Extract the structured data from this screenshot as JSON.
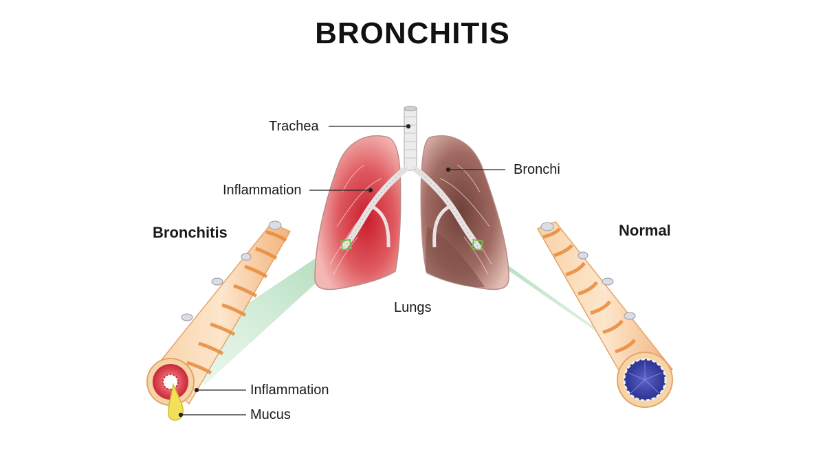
{
  "title": "BRONCHITIS",
  "labels": {
    "trachea": "Trachea",
    "bronchi": "Bronchi",
    "inflammation_lung": "Inflammation",
    "lungs": "Lungs",
    "bronchitis": "Bronchitis",
    "normal": "Normal",
    "inflammation_tube": "Inflammation",
    "mucus": "Mucus"
  },
  "colors": {
    "inflamed_lung": "#d9404a",
    "normal_lung": "#8a5a52",
    "bronchial_tube": "#f6c99a",
    "tube_band": "#e88a3c",
    "normal_lumen": "#3e46a8",
    "inflamed_lumen": "#d83a4a",
    "mucus": "#f1e05a",
    "magnifier_green": "#a8d8b0"
  }
}
